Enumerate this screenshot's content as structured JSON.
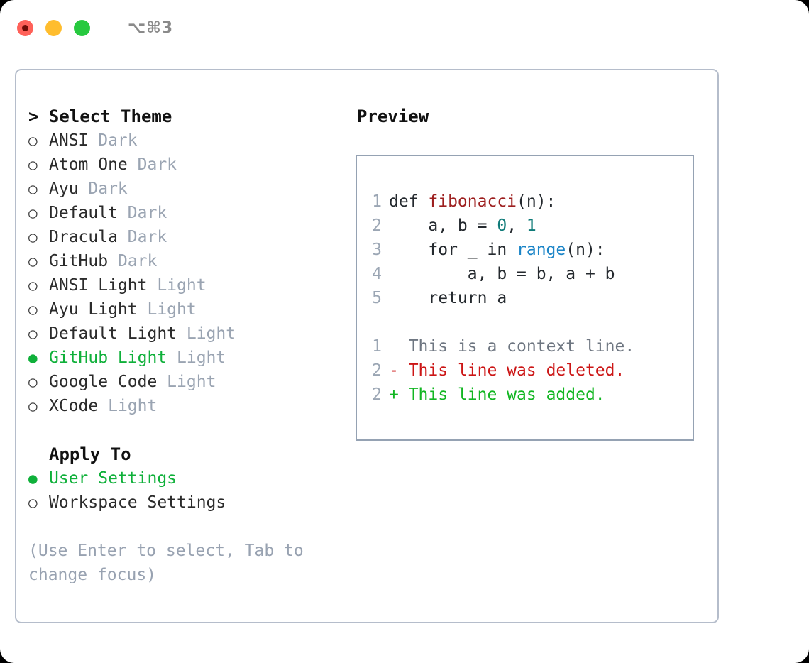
{
  "window": {
    "shortcut": "⌥⌘3",
    "traffic_lights": [
      {
        "name": "close",
        "color": "#ff6159"
      },
      {
        "name": "minimize",
        "color": "#ffbd2e"
      },
      {
        "name": "maximize",
        "color": "#27c93f"
      }
    ]
  },
  "theme_panel": {
    "title": "> Select Theme",
    "items": [
      {
        "bullet": "○",
        "label": "ANSI",
        "variant": "Dark",
        "selected": false
      },
      {
        "bullet": "○",
        "label": "Atom One",
        "variant": "Dark",
        "selected": false
      },
      {
        "bullet": "○",
        "label": "Ayu",
        "variant": "Dark",
        "selected": false
      },
      {
        "bullet": "○",
        "label": "Default",
        "variant": "Dark",
        "selected": false
      },
      {
        "bullet": "○",
        "label": "Dracula",
        "variant": "Dark",
        "selected": false
      },
      {
        "bullet": "○",
        "label": "GitHub",
        "variant": "Dark",
        "selected": false
      },
      {
        "bullet": "○",
        "label": "ANSI Light",
        "variant": "Light",
        "selected": false
      },
      {
        "bullet": "○",
        "label": "Ayu Light",
        "variant": "Light",
        "selected": false
      },
      {
        "bullet": "○",
        "label": "Default Light",
        "variant": "Light",
        "selected": false
      },
      {
        "bullet": "●",
        "label": "GitHub Light",
        "variant": "Light",
        "selected": true
      },
      {
        "bullet": "○",
        "label": "Google Code",
        "variant": "Light",
        "selected": false
      },
      {
        "bullet": "○",
        "label": "XCode",
        "variant": "Light",
        "selected": false
      }
    ]
  },
  "apply_to": {
    "title": "Apply To",
    "items": [
      {
        "bullet": "●",
        "label": "User Settings",
        "selected": true
      },
      {
        "bullet": "○",
        "label": "Workspace Settings",
        "selected": false
      }
    ]
  },
  "hint": "(Use Enter to select, Tab to change focus)",
  "preview": {
    "title": "Preview",
    "code_lines": [
      {
        "num": "1",
        "parts": [
          {
            "t": "def ",
            "k": "plain"
          },
          {
            "t": "fibonacci",
            "k": "fn"
          },
          {
            "t": "(n):",
            "k": "plain"
          }
        ]
      },
      {
        "num": "2",
        "parts": [
          {
            "t": "    a, b = ",
            "k": "plain"
          },
          {
            "t": "0",
            "k": "num"
          },
          {
            "t": ", ",
            "k": "plain"
          },
          {
            "t": "1",
            "k": "num"
          }
        ]
      },
      {
        "num": "3",
        "parts": [
          {
            "t": "    for _ in ",
            "k": "plain"
          },
          {
            "t": "range",
            "k": "call"
          },
          {
            "t": "(n):",
            "k": "plain"
          }
        ]
      },
      {
        "num": "4",
        "parts": [
          {
            "t": "        a, b = b, a + b",
            "k": "plain"
          }
        ]
      },
      {
        "num": "5",
        "parts": [
          {
            "t": "    return a",
            "k": "plain"
          }
        ]
      }
    ],
    "diff_lines": [
      {
        "num": "1",
        "marker": "  ",
        "text": "This is a context line.",
        "kind": "context"
      },
      {
        "num": "2",
        "marker": "- ",
        "text": "This line was deleted.",
        "kind": "del"
      },
      {
        "num": "2",
        "marker": "+ ",
        "text": "This line was added.",
        "kind": "add"
      }
    ]
  },
  "colors": {
    "accent_green": "#0fb03a",
    "muted": "#9aa4b2",
    "border": "#b5bdcb",
    "code_border": "#95a2b3",
    "diff_add": "#12b622",
    "diff_del": "#cc1616",
    "token_function": "#9d1f1f",
    "token_number": "#0e7a78",
    "token_call": "#1a84c7"
  }
}
